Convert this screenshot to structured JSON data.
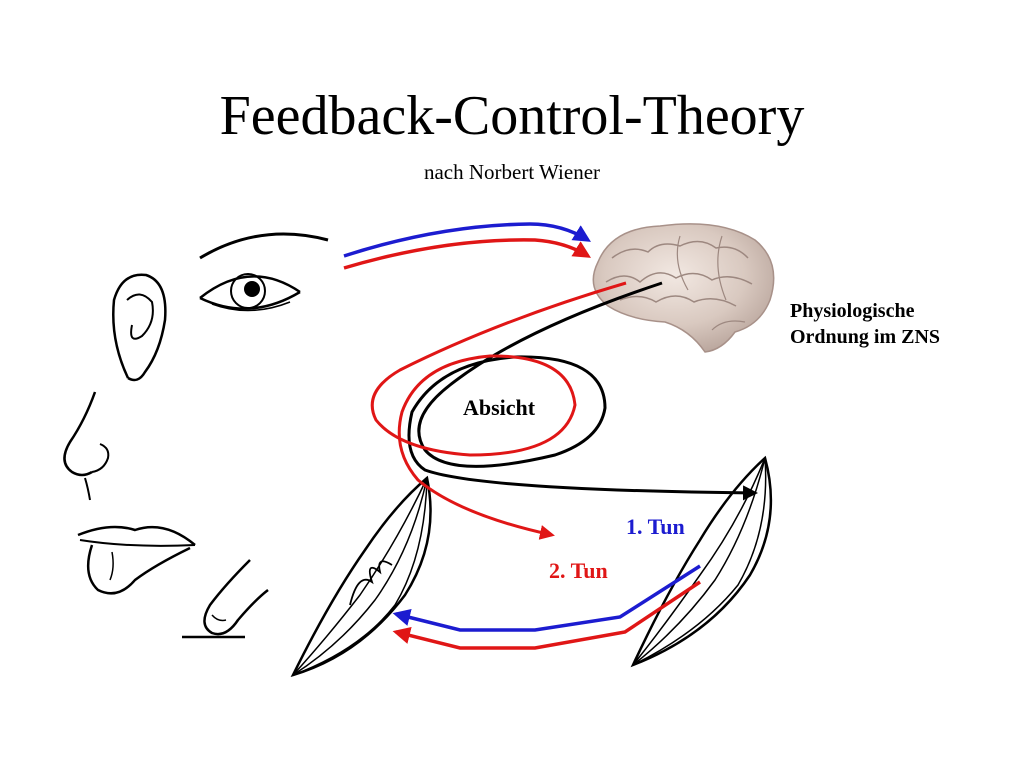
{
  "title": "Feedback-Control-Theory",
  "subtitle": "nach Norbert Wiener",
  "brain_label": [
    "Physiologische",
    "Ordnung im ZNS"
  ],
  "center_label": "Absicht",
  "step1_label": "1. Tun",
  "step2_label": "2. Tun",
  "colors": {
    "blue": "#1c1cd0",
    "red": "#e01616",
    "black": "#000000"
  },
  "icons": [
    "ear-icon",
    "eye-icon",
    "nose-icon",
    "mouth-icon",
    "finger-icon",
    "brain-icon",
    "muscle-icon"
  ]
}
